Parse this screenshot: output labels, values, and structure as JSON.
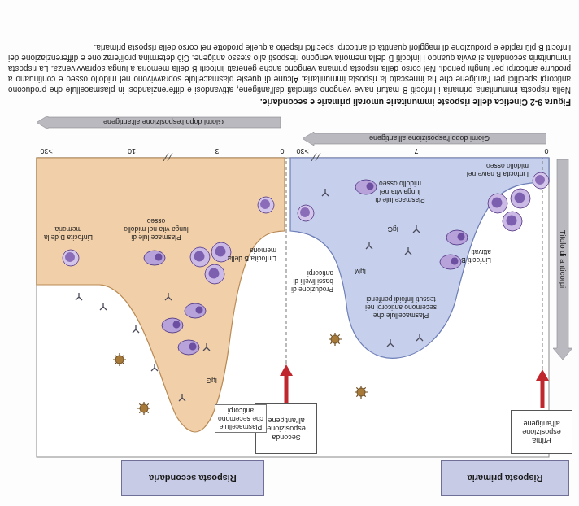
{
  "diagram": {
    "title": "Figura 9-2 Cinetica delle risposte immunitarie umorali primarie e secondarie.",
    "caption": "Nella risposta immunitaria primaria i linfociti B maturi naive vengono stimolati dall'antigene, attivandosi e differenziandosi in plasmacellule che producono anticorpi specifici per l'antigene che ha innescato la risposta immunitaria. Alcune di queste plasmacellule sopravvivono nel midollo osseo e continuano a produrre anticorpi per lunghi periodi. Nel corso della risposta primaria vengono anche generati linfociti B della memoria a lunga sopravvivenza. La risposta immunitaria secondaria si avvia quando i linfociti B della memoria vengono riesposti allo stesso antigene. Ciò determina proliferazione e differenziazione dei linfociti B più rapide e produzione di maggiori quantità di anticorpi specifici rispetto a quelle prodotte nel corso della risposta primaria.",
    "nodes": [
      {
        "text": [
          "Risposta primaria"
        ]
      },
      {
        "text": [
          "Risposta secondaria"
        ]
      },
      {
        "text": [
          "Prima esposizione all'antigene"
        ]
      },
      {
        "text": [
          "Seconda esposizione all'antigene"
        ]
      },
      {
        "text": [
          "Titolo di anticorpi"
        ]
      },
      {
        "text": [
          "Giorni dopo l'esposizione all'antigene"
        ]
      },
      {
        "text": [
          "Giorni dopo l'esposizione all'antigene"
        ]
      }
    ],
    "labels": [
      "Plasmacellule che secernono anticorpi nei tessuti linfoidi periferici",
      "IgM",
      "Linfociti B attivati",
      "IgG",
      "Produzione di bassi livelli di anticorpi",
      "Plasmacellule di lunga vita nel midollo osseo",
      "Linfocita B naive nel midollo osseo",
      "0",
      "7",
      ">30",
      "Plasmacellule che secernono anticorpi",
      "IgG",
      "Linfocita B della memoria",
      "Plasmacellule di lunga vita nel midollo osseo",
      "Linfocita B della memoria",
      "0",
      "3",
      "10",
      ">30"
    ]
  }
}
